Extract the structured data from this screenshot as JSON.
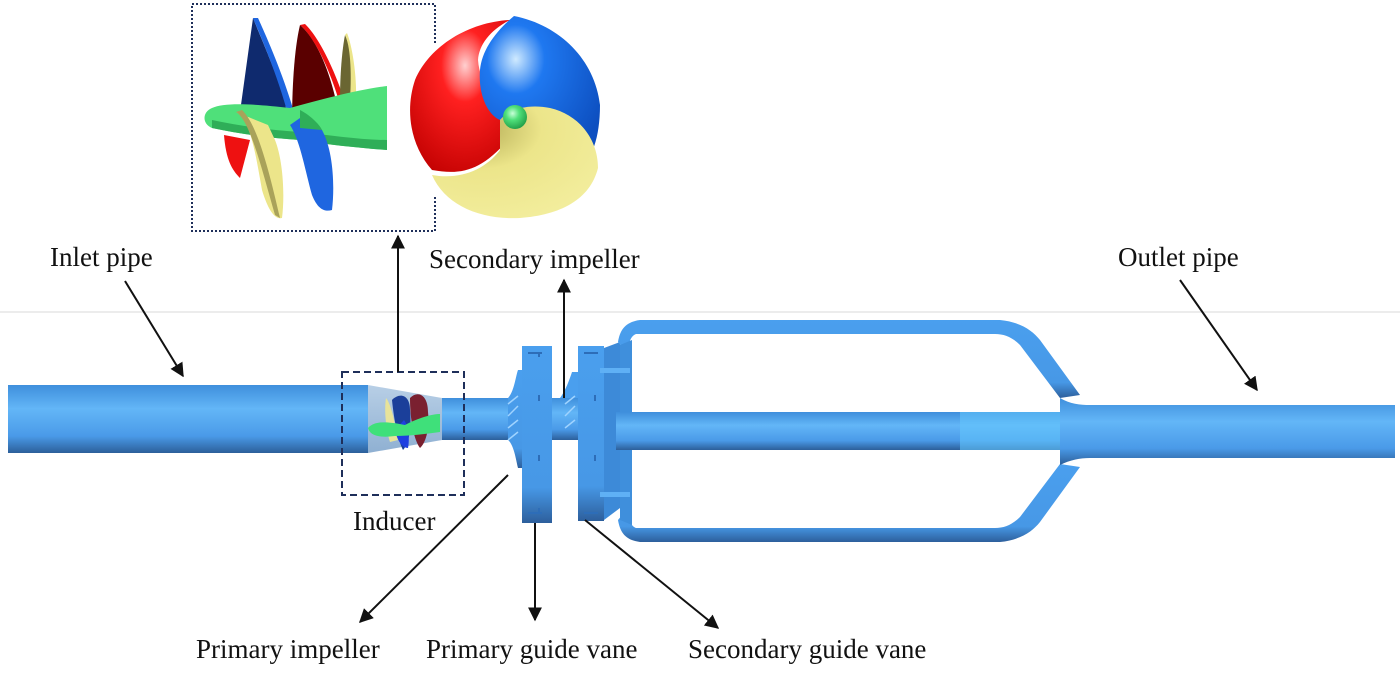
{
  "labels": {
    "inlet_pipe": "Inlet pipe",
    "outlet_pipe": "Outlet pipe",
    "secondary_impeller": "Secondary impeller",
    "inducer": "Inducer",
    "primary_impeller": "Primary impeller",
    "primary_guide_vane": "Primary guide vane",
    "secondary_guide_vane": "Secondary guide vane"
  },
  "colors": {
    "pipe_blue": "#4fa3ef",
    "pipe_dark": "#2f6fb0",
    "blade_red": "#ee1111",
    "blade_blue": "#1f66e0",
    "blade_yellow": "#ece58a",
    "hub_green": "#4fe07a",
    "frame_navy": "#1f2f5a"
  }
}
